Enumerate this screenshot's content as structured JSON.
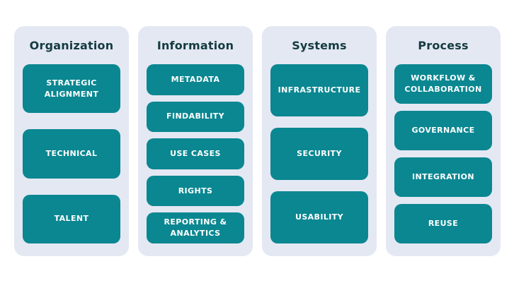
{
  "colors": {
    "panel_bg": "#e4e8f3",
    "card_bg": "#0a8791",
    "card_text": "#ffffff",
    "heading_text": "#143b40",
    "page_bg": "#ffffff"
  },
  "columns": [
    {
      "title": "Organization",
      "items": [
        "STRATEGIC ALIGNMENT",
        "TECHNICAL",
        "TALENT"
      ]
    },
    {
      "title": "Information",
      "items": [
        "METADATA",
        "FINDABILITY",
        "USE CASES",
        "RIGHTS",
        "REPORTING & ANALYTICS"
      ]
    },
    {
      "title": "Systems",
      "items": [
        "INFRASTRUCTURE",
        "SECURITY",
        "USABILITY"
      ]
    },
    {
      "title": "Process",
      "items": [
        "WORKFLOW & COLLABORATION",
        "GOVERNANCE",
        "INTEGRATION",
        "REUSE"
      ]
    }
  ]
}
